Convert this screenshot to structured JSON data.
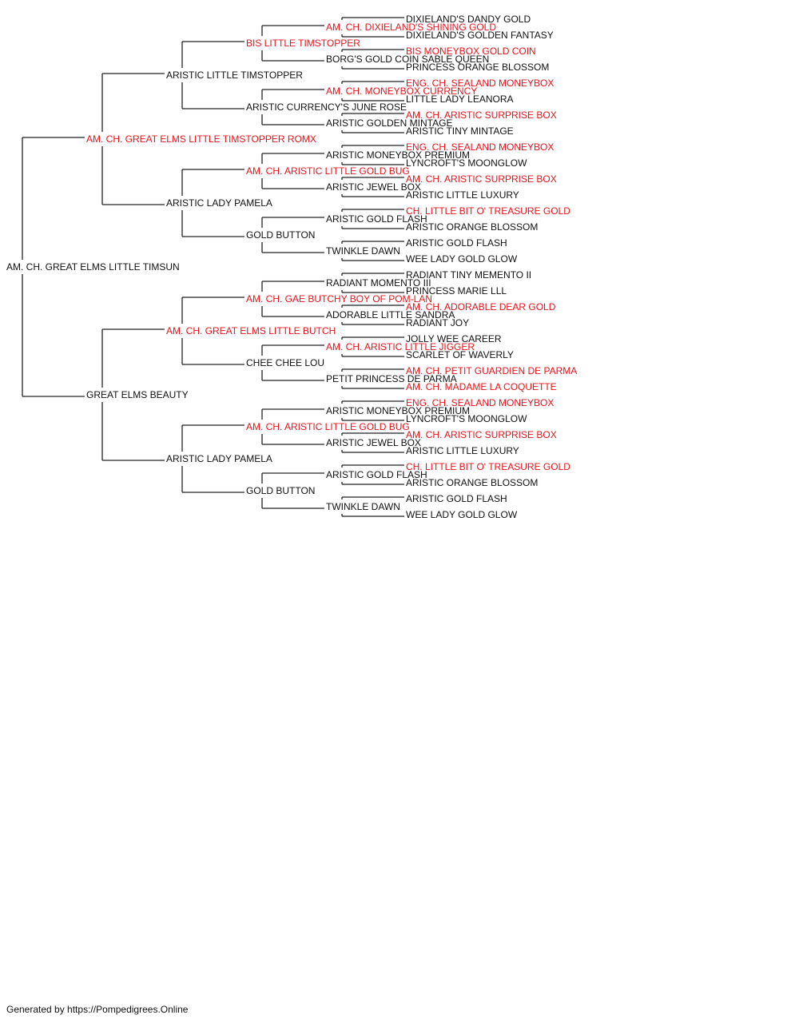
{
  "colors": {
    "champion": "#e8141c",
    "normal": "#111111",
    "line": "#222222"
  },
  "footer": "Generated by https://Pompedigrees.Online",
  "pedigree": [
    {
      "gen": 0,
      "name": "AM. CH. GREAT ELMS LITTLE TIMSUN",
      "champion": false
    },
    {
      "gen": 1,
      "name": "AM. CH. GREAT ELMS LITTLE TIMSTOPPER ROMX",
      "champion": true
    },
    {
      "gen": 1,
      "name": "GREAT ELMS BEAUTY",
      "champion": false
    },
    {
      "gen": 2,
      "name": "ARISTIC LITTLE TIMSTOPPER",
      "champion": false
    },
    {
      "gen": 2,
      "name": "ARISTIC LADY PAMELA",
      "champion": false
    },
    {
      "gen": 2,
      "name": "AM. CH. GREAT ELMS LITTLE BUTCH",
      "champion": true
    },
    {
      "gen": 2,
      "name": "ARISTIC LADY PAMELA",
      "champion": false
    },
    {
      "gen": 3,
      "name": "BIS LITTLE TIMSTOPPER",
      "champion": true
    },
    {
      "gen": 3,
      "name": "ARISTIC CURRENCY'S JUNE ROSE",
      "champion": false
    },
    {
      "gen": 3,
      "name": "AM. CH. ARISTIC LITTLE GOLD BUG",
      "champion": true
    },
    {
      "gen": 3,
      "name": "GOLD BUTTON",
      "champion": false
    },
    {
      "gen": 3,
      "name": "AM. CH. GAE BUTCHY BOY OF POM-LAN",
      "champion": true
    },
    {
      "gen": 3,
      "name": "CHEE CHEE LOU",
      "champion": false
    },
    {
      "gen": 3,
      "name": "AM. CH. ARISTIC LITTLE GOLD BUG",
      "champion": true
    },
    {
      "gen": 3,
      "name": "GOLD BUTTON",
      "champion": false
    },
    {
      "gen": 4,
      "name": "AM. CH. DIXIELAND'S SHINING GOLD",
      "champion": true
    },
    {
      "gen": 4,
      "name": "BORG'S GOLD COIN SABLE QUEEN",
      "champion": false
    },
    {
      "gen": 4,
      "name": "AM. CH. MONEYBOX CURRENCY",
      "champion": true
    },
    {
      "gen": 4,
      "name": "ARISTIC GOLDEN MINTAGE",
      "champion": false
    },
    {
      "gen": 4,
      "name": "ARISTIC MONEYBOX PREMIUM",
      "champion": false
    },
    {
      "gen": 4,
      "name": "ARISTIC JEWEL BOX",
      "champion": false
    },
    {
      "gen": 4,
      "name": "ARISTIC GOLD FLASH",
      "champion": false
    },
    {
      "gen": 4,
      "name": "TWINKLE DAWN",
      "champion": false
    },
    {
      "gen": 4,
      "name": "RADIANT MOMENTO III",
      "champion": false
    },
    {
      "gen": 4,
      "name": "ADORABLE LITTLE SANDRA",
      "champion": false
    },
    {
      "gen": 4,
      "name": "AM. CH. ARISTIC LITTLE JIGGER",
      "champion": true
    },
    {
      "gen": 4,
      "name": "PETIT PRINCESS DE PARMA",
      "champion": false
    },
    {
      "gen": 4,
      "name": "ARISTIC MONEYBOX PREMIUM",
      "champion": false
    },
    {
      "gen": 4,
      "name": "ARISTIC JEWEL BOX",
      "champion": false
    },
    {
      "gen": 4,
      "name": "ARISTIC GOLD FLASH",
      "champion": false
    },
    {
      "gen": 4,
      "name": "TWINKLE DAWN",
      "champion": false
    },
    {
      "gen": 5,
      "name": "DIXIELAND'S DANDY GOLD",
      "champion": false
    },
    {
      "gen": 5,
      "name": "DIXIELAND'S GOLDEN FANTASY",
      "champion": false
    },
    {
      "gen": 5,
      "name": "BIS MONEYBOX GOLD COIN",
      "champion": true
    },
    {
      "gen": 5,
      "name": "PRINCESS ORANGE BLOSSOM",
      "champion": false
    },
    {
      "gen": 5,
      "name": "ENG. CH. SEALAND MONEYBOX",
      "champion": true
    },
    {
      "gen": 5,
      "name": "LITTLE LADY LEANORA",
      "champion": false
    },
    {
      "gen": 5,
      "name": "AM. CH. ARISTIC SURPRISE BOX",
      "champion": true
    },
    {
      "gen": 5,
      "name": "ARISTIC TINY MINTAGE",
      "champion": false
    },
    {
      "gen": 5,
      "name": "ENG. CH. SEALAND MONEYBOX",
      "champion": true
    },
    {
      "gen": 5,
      "name": "LYNCROFT'S MOONGLOW",
      "champion": false
    },
    {
      "gen": 5,
      "name": "AM. CH. ARISTIC SURPRISE BOX",
      "champion": true
    },
    {
      "gen": 5,
      "name": "ARISTIC LITTLE LUXURY",
      "champion": false
    },
    {
      "gen": 5,
      "name": "CH. LITTLE BIT O' TREASURE GOLD",
      "champion": true
    },
    {
      "gen": 5,
      "name": "ARISTIC ORANGE BLOSSOM",
      "champion": false
    },
    {
      "gen": 5,
      "name": "ARISTIC GOLD FLASH",
      "champion": false
    },
    {
      "gen": 5,
      "name": "WEE LADY GOLD GLOW",
      "champion": false
    },
    {
      "gen": 5,
      "name": "RADIANT TINY MEMENTO II",
      "champion": false
    },
    {
      "gen": 5,
      "name": "PRINCESS MARIE LLL",
      "champion": false
    },
    {
      "gen": 5,
      "name": "AM. CH. ADORABLE DEAR GOLD",
      "champion": true
    },
    {
      "gen": 5,
      "name": "RADIANT JOY",
      "champion": false
    },
    {
      "gen": 5,
      "name": "JOLLY WEE CAREER",
      "champion": false
    },
    {
      "gen": 5,
      "name": "SCARLET OF WAVERLY",
      "champion": false
    },
    {
      "gen": 5,
      "name": "AM. CH. PETIT GUARDIEN DE PARMA",
      "champion": true
    },
    {
      "gen": 5,
      "name": "AM. CH. MADAME LA COQUETTE",
      "champion": true
    },
    {
      "gen": 5,
      "name": "ENG. CH. SEALAND MONEYBOX",
      "champion": true
    },
    {
      "gen": 5,
      "name": "LYNCROFT'S MOONGLOW",
      "champion": false
    },
    {
      "gen": 5,
      "name": "AM. CH. ARISTIC SURPRISE BOX",
      "champion": true
    },
    {
      "gen": 5,
      "name": "ARISTIC LITTLE LUXURY",
      "champion": false
    },
    {
      "gen": 5,
      "name": "CH. LITTLE BIT O' TREASURE GOLD",
      "champion": true
    },
    {
      "gen": 5,
      "name": "ARISTIC ORANGE BLOSSOM",
      "champion": false
    },
    {
      "gen": 5,
      "name": "ARISTIC GOLD FLASH",
      "champion": false
    },
    {
      "gen": 5,
      "name": "WEE LADY GOLD GLOW",
      "champion": false
    }
  ]
}
